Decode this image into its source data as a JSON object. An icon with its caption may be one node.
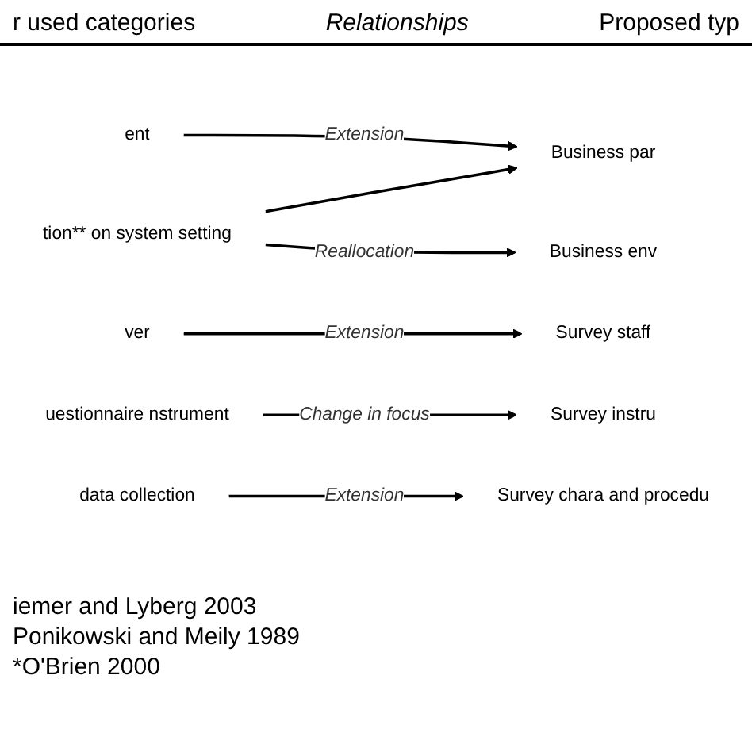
{
  "diagram": {
    "nodes": [
      {
        "text": [
          "ent"
        ]
      },
      {
        "text": [
          "Business par"
        ]
      },
      {
        "text": [
          "tion** on system setting"
        ]
      },
      {
        "text": [
          "Business env"
        ]
      },
      {
        "text": [
          "ver"
        ]
      },
      {
        "text": [
          "Survey staff"
        ]
      },
      {
        "text": [
          "uestionnaire nstrument"
        ]
      },
      {
        "text": [
          "Survey instru"
        ]
      },
      {
        "text": [
          "data collection"
        ]
      },
      {
        "text": [
          "Survey chara and procedu"
        ]
      }
    ],
    "edges": [
      {
        "from": 0,
        "to": 1,
        "arrow": "to",
        "label": "Extension"
      },
      {
        "from": 2,
        "to": 1,
        "arrow": "to"
      },
      {
        "from": 2,
        "to": 3,
        "arrow": "to",
        "label": "Reallocation"
      },
      {
        "from": 4,
        "to": 5,
        "arrow": "to",
        "label": "Extension"
      },
      {
        "from": 6,
        "to": 7,
        "arrow": "to",
        "label": "Change in focus"
      },
      {
        "from": 8,
        "to": 9,
        "arrow": "to",
        "label": "Extension"
      }
    ],
    "labels": [
      "r used categories",
      "Relationships",
      "Proposed typ",
      "iemer and Lyberg 2003",
      "Ponikowski and Meily 1989",
      "*O'Brien 2000"
    ]
  }
}
